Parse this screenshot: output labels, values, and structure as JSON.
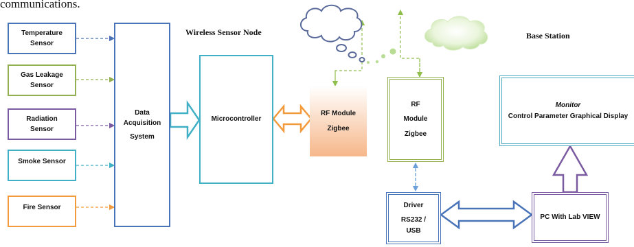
{
  "top_fragment": "communications.",
  "wireless_node": {
    "title": "Wireless Sensor Node",
    "sensors": [
      {
        "line1": "Temperature",
        "line2": "Sensor",
        "color": "#4a74b8"
      },
      {
        "line1": "Gas Leakage",
        "line2": "Sensor",
        "color": "#92b050"
      },
      {
        "line1": "Radiation",
        "line2": "Sensor",
        "color": "#7a5aa0"
      },
      {
        "line1": "Smoke Sensor",
        "line2": "",
        "color": "#3fb0c6"
      },
      {
        "line1": "Fire Sensor",
        "line2": "",
        "color": "#f39a3c"
      }
    ],
    "daq": {
      "line1": "Data",
      "line2": "Acquisition",
      "line3": "System",
      "color": "#4a74b8"
    },
    "micro": {
      "label": "Microcontroller",
      "color": "#3fb0c6"
    },
    "rf": {
      "line1": "RF Module",
      "line2": "Zigbee",
      "color": "#f39a3c"
    }
  },
  "base_station": {
    "title": "Base Station",
    "rf": {
      "line1": "RF",
      "line2": "Module",
      "line3": "Zigbee",
      "color": "#92b050"
    },
    "monitor": {
      "line1": "Monitor",
      "line2": "Control Parameter Graphical Display",
      "color": "#4aa8c0"
    },
    "driver": {
      "line1": "Driver",
      "line2": "RS232 /",
      "line3": "USB",
      "color": "#4a74b8"
    },
    "pc": {
      "label": "PC With Lab VIEW",
      "color": "#7a5aa0"
    }
  }
}
